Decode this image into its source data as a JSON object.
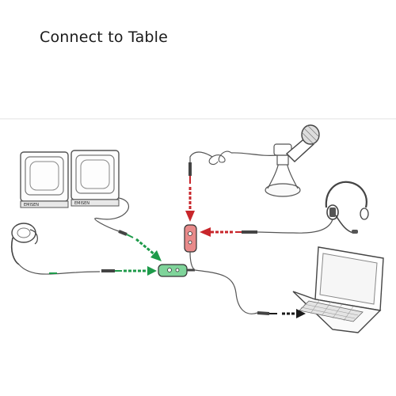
{
  "title": "Connect to Table",
  "speaker_brand": "EMISEN",
  "colors": {
    "green": "#1e9a4a",
    "red": "#c8262b",
    "black": "#1a1a1a",
    "line": "#555555",
    "light": "#eeeeee",
    "splitter_red": "#e88a8a",
    "splitter_green": "#7fd49a"
  },
  "devices": [
    "speakers",
    "earphone",
    "microphone",
    "headset",
    "laptop",
    "splitter-adapter"
  ]
}
